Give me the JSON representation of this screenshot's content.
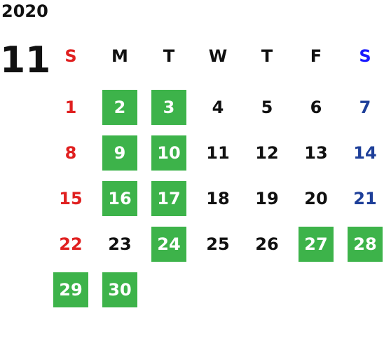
{
  "calendar": {
    "year": "2020",
    "month": "11",
    "weekdays": [
      "S",
      "M",
      "T",
      "W",
      "T",
      "F",
      "S"
    ],
    "colors": {
      "sunday": "#e02020",
      "saturday": "#1e3f99",
      "saturday_header": "#1a1aff",
      "weekday": "#111111",
      "highlight_bg": "#3db34a",
      "highlight_text": "#ffffff"
    },
    "weeks": [
      [
        {
          "day": "1",
          "marked": false
        },
        {
          "day": "2",
          "marked": true
        },
        {
          "day": "3",
          "marked": true
        },
        {
          "day": "4",
          "marked": false
        },
        {
          "day": "5",
          "marked": false
        },
        {
          "day": "6",
          "marked": false
        },
        {
          "day": "7",
          "marked": false
        }
      ],
      [
        {
          "day": "8",
          "marked": false
        },
        {
          "day": "9",
          "marked": true
        },
        {
          "day": "10",
          "marked": true
        },
        {
          "day": "11",
          "marked": false
        },
        {
          "day": "12",
          "marked": false
        },
        {
          "day": "13",
          "marked": false
        },
        {
          "day": "14",
          "marked": false
        }
      ],
      [
        {
          "day": "15",
          "marked": false
        },
        {
          "day": "16",
          "marked": true
        },
        {
          "day": "17",
          "marked": true
        },
        {
          "day": "18",
          "marked": false
        },
        {
          "day": "19",
          "marked": false
        },
        {
          "day": "20",
          "marked": false
        },
        {
          "day": "21",
          "marked": false
        }
      ],
      [
        {
          "day": "22",
          "marked": false
        },
        {
          "day": "23",
          "marked": false
        },
        {
          "day": "24",
          "marked": true
        },
        {
          "day": "25",
          "marked": false
        },
        {
          "day": "26",
          "marked": false
        },
        {
          "day": "27",
          "marked": true
        },
        {
          "day": "28",
          "marked": true
        }
      ],
      [
        {
          "day": "29",
          "marked": true
        },
        {
          "day": "30",
          "marked": true
        },
        null,
        null,
        null,
        null,
        null
      ]
    ]
  }
}
